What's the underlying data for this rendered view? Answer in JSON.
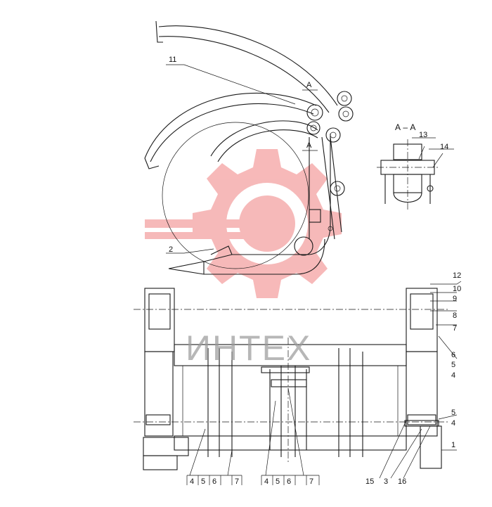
{
  "section_title": "А – А",
  "section_marks": [
    "А",
    "А"
  ],
  "watermark": {
    "text": "ИНТЕХ",
    "gear_color": "#f08080",
    "text_color": "#9a9a9a"
  },
  "callouts": {
    "c1": "1",
    "c2": "2",
    "c3": "3",
    "c4a": "4",
    "c5a": "5",
    "c6a": "6",
    "c7a": "7",
    "c8": "8",
    "c9": "9",
    "c10": "10",
    "c11": "11",
    "c12": "12",
    "c13": "13",
    "c14": "14",
    "c15": "15",
    "c16": "16",
    "c5b": "5",
    "c4b": "4",
    "b1_4": "4",
    "b1_5": "5",
    "b1_6": "6",
    "b1_7": "7",
    "b2_4": "4",
    "b2_5": "5",
    "b2_6": "6",
    "b2_7": "7"
  }
}
